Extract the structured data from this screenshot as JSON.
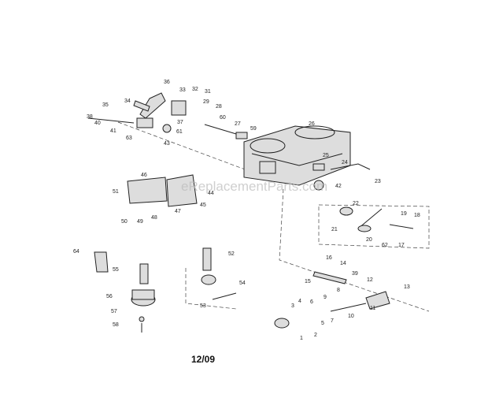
{
  "watermark": "eReplacementParts.com",
  "date_code": "12/09",
  "labels": [
    "36",
    "33",
    "32",
    "31",
    "34",
    "29",
    "35",
    "28",
    "37",
    "38",
    "40",
    "60",
    "27",
    "59",
    "26",
    "41",
    "61",
    "63",
    "43",
    "25",
    "24",
    "42",
    "23",
    "46",
    "51",
    "44",
    "45",
    "47",
    "48",
    "49",
    "50",
    "22",
    "19",
    "18",
    "21",
    "20",
    "62",
    "17",
    "64",
    "52",
    "16",
    "14",
    "55",
    "39",
    "12",
    "13",
    "15",
    "54",
    "8",
    "56",
    "9",
    "4",
    "6",
    "3",
    "11",
    "10",
    "7",
    "5",
    "2",
    "1",
    "57",
    "58",
    "53"
  ]
}
